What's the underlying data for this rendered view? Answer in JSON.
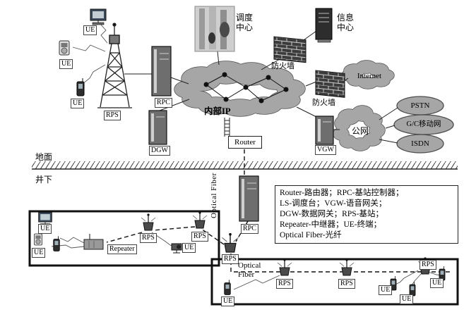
{
  "labels": {
    "ue": "UE",
    "rps": "RPS",
    "rpc": "RPC",
    "dgw": "DGW",
    "vgw": "VGW",
    "router": "Router",
    "repeater": "Repeater",
    "dispatch_line1": "调度",
    "dispatch_line2": "中心",
    "info_line1": "信息",
    "info_line2": "中心",
    "firewall": "防火墙",
    "internet": "Internet",
    "internal_ip": "内部IP",
    "public_network": "公网",
    "pstn": "PSTN",
    "gc_mobile": "G/C移动网",
    "isdn": "ISDN",
    "ground": "地面",
    "underground": "井下",
    "optical_fiber": "Optical Fiber",
    "optical": "Optical",
    "fiber": "Fiber"
  },
  "legend": {
    "lines": [
      "Router-路由器；RPC-基站控制器；",
      "LS-调度台；VGW-语音网关；",
      "DGW-数据网关；RPS-基站；",
      "Repeater-中继器；UE-终端；",
      "Optical Fiber-光纤"
    ]
  },
  "colors": {
    "cloud_fill": "#a6a6a6",
    "line": "#222222"
  }
}
